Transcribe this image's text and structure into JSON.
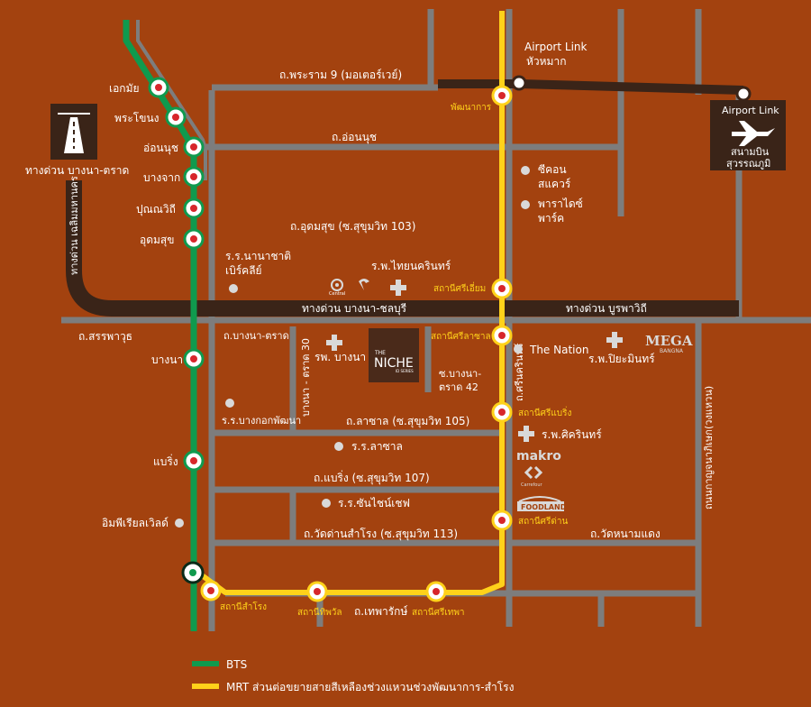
{
  "colors": {
    "background": "#a3420f",
    "road": "#7d7d7d",
    "expressway": "#3a2418",
    "bts": "#0f9a4e",
    "mrt_yellow": "#ffd21a"
  },
  "bts_stations": [
    "เอกมัย",
    "พระโขนง",
    "อ่อนนุช",
    "บางจาก",
    "ปุณณวิถี",
    "อุดมสุข",
    "บางนา",
    "แบริ่ง"
  ],
  "mrt_stations": [
    "พัฒนาการ",
    "สถานีศรีเอี่ยม",
    "สถานีศรีลาซาล",
    "สถานีศรีแบริ่ง",
    "สถานีศรีด่าน",
    "สถานีสำโรง",
    "สถานีทิพวัล",
    "สถานีศรีเทพา"
  ],
  "airport_link": {
    "station_label_1": "Airport Link",
    "station_label_2": "หัวหมาก",
    "box_title": "Airport Link",
    "box_line1": "สนามบิน",
    "box_line2": "สุวรรณภูมิ"
  },
  "expressways": {
    "bangna_trad_sign": "ทางด่วน บางนา-ตราด",
    "chaloem_maha_nakhon": "ทางด่วน เฉลิมมหานคร",
    "bangna_chonburi": "ทางด่วน บางนา-ชลบุรี",
    "burapha_withi": "ทางด่วน บูรพาวิถี"
  },
  "roads": {
    "rama9": "ถ.พระราม 9 (มอเตอร์เวย์)",
    "onnut": "ถ.อ่อนนุช",
    "udomsuk": "ถ.อุดมสุข (ซ.สุขุมวิท 103)",
    "sanphawut": "ถ.สรรพาวุธ",
    "bangna_trad": "ถ.บางนา-ตราด",
    "bangna_trad_30": "บางนา - ตราด 30",
    "soi_bangna_trad_42_1": "ซ.บางนา-",
    "soi_bangna_trad_42_2": "ตราด 42",
    "srinakarin": "ถ.ศรีนครินทร์",
    "lasalle": "ถ.ลาซาล (ซ.สุขุมวิท 105)",
    "bearing": "ถ.แบริ่ง (ซ.สุขุมวิท 107)",
    "wat_dan_samrong": "ถ.วัดด่านสำโรง (ซ.สุขุมวิท 113)",
    "wat_nam_daeng": "ถ.วัดหนามแดง",
    "thepharak": "ถ.เทพารักษ์",
    "kanchanaphisek": "ถนนกาญจนาภิเษก(วงแหวน)"
  },
  "places": {
    "seacon_1": "ซีคอน",
    "seacon_2": "สแควร์",
    "paradise_1": "พาราไดซ์",
    "paradise_2": "พาร์ค",
    "intl_school_1": "ร.ร.นานาชาติ",
    "intl_school_2": "เบิร์คลีย์",
    "thainakarin": "ร.พ.ไทยนครินทร์",
    "bangna_hospital": "รพ. บางนา",
    "bkk_patana": "ร.ร.บางกอกพัฒนา",
    "the_nation": "The Nation",
    "piyamin": "ร.พ.ปิยะมินทร์",
    "mega": "MEGA",
    "mega_sub": "BANGNA",
    "lasalle_school": "ร.ร.ลาซาล",
    "srinakarin_hospital": "ร.พ.ศิครินทร์",
    "makro": "makro",
    "carrefour": "Carrefour",
    "foodland": "FOODLAND",
    "sunshine_school": "ร.ร.ซันไชน์เชฟ",
    "imperial": "อิมพีเรียลเวิลด์",
    "niche_the": "THE",
    "niche_name": "NICHE",
    "niche_sub": "ID SERIES",
    "central": "Central"
  },
  "legend": {
    "bts": "BTS",
    "mrt": "MRT ส่วนต่อขยายสายสีเหลืองช่วงแหวนช่วงพัฒนาการ-สำโรง"
  }
}
